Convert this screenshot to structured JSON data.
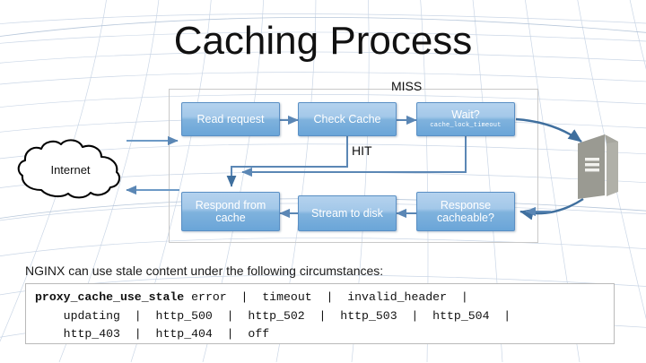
{
  "slide": {
    "title": "Caching Process",
    "background": "#ffffff",
    "mesh_color": "#b9c9de"
  },
  "diagram": {
    "name": "caching-process-flow",
    "box_fill_top": "#b4d2ee",
    "box_fill_bottom": "#6aa5d8",
    "box_border": "#5a8fc4",
    "arrow_color": "#5b87b5",
    "boxes": [
      {
        "id": "read-request",
        "label": "Read request",
        "sub": ""
      },
      {
        "id": "check-cache",
        "label": "Check Cache",
        "sub": ""
      },
      {
        "id": "wait",
        "label": "Wait?",
        "sub": "cache_lock_timeout"
      },
      {
        "id": "respond-from-cache",
        "label": "Respond from cache",
        "sub": ""
      },
      {
        "id": "stream-to-disk",
        "label": "Stream to disk",
        "sub": ""
      },
      {
        "id": "response-cacheable",
        "label": "Response cacheable?",
        "sub": ""
      }
    ],
    "flow_labels": [
      {
        "id": "miss",
        "text": "MISS"
      },
      {
        "id": "hit",
        "text": "HIT"
      }
    ],
    "cloud": {
      "label": "Internet"
    },
    "server": {
      "label": "",
      "color": "#9a9a92"
    }
  },
  "caption": "NGINX can use stale content under the following circumstances:",
  "code": {
    "directive": "proxy_cache_use_stale",
    "lines": [
      " error  |  timeout  |  invalid_header  |",
      "    updating  |  http_500  |  http_502  |  http_503  |  http_504  |",
      "    http_403  |  http_404  |  off"
    ]
  }
}
